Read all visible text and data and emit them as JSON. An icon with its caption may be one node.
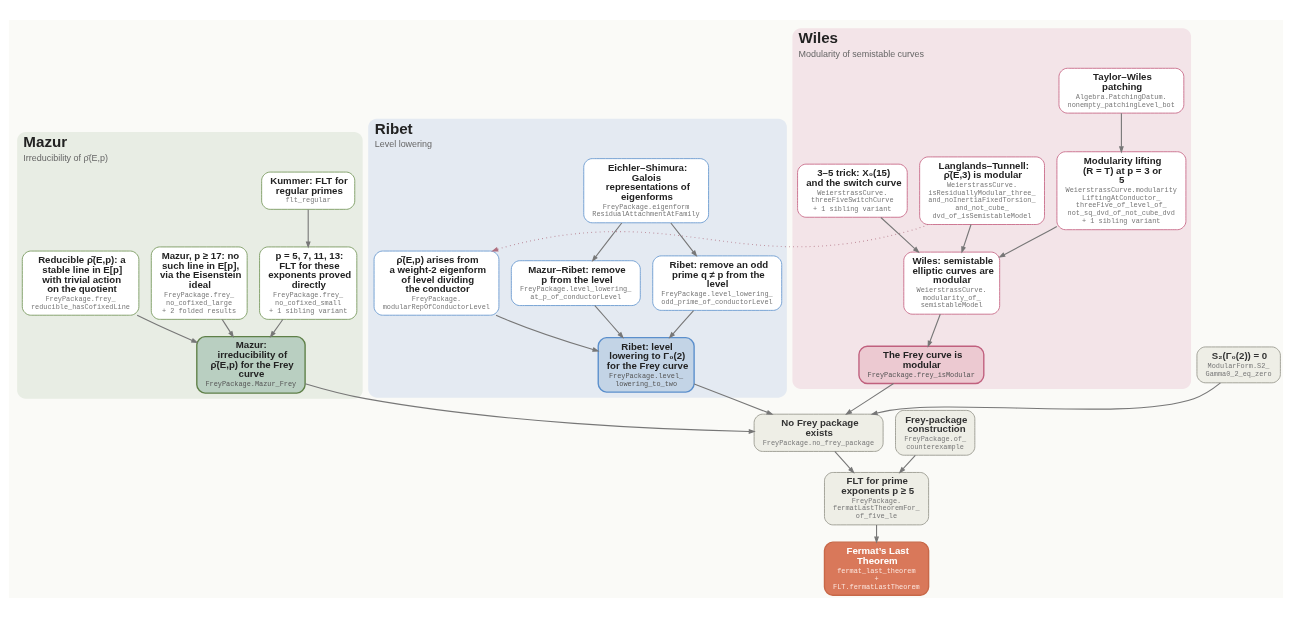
{
  "diagram": {
    "nodes": [
      {
        "text": [
          "Mazur",
          "Irreducibility of ρ̄(E,p)"
        ]
      },
      {
        "text": [
          "Kummer: FLT for regular primes",
          "flt_regular"
        ],
        "in": 0
      },
      {
        "text": [
          "Mazur, p ≥ 17: no such line in E[p], via the Eisenstein ideal",
          "FreyPackage.frey_ no_cofixed_large",
          "+ 2 folded results"
        ],
        "in": 0
      },
      {
        "text": [
          "Reducible ρ̄(E,p): a stable line in E[p] with trivial action on the quotient",
          "FreyPackage.frey_ reducible_hasCofixedLine"
        ],
        "in": 0
      },
      {
        "text": [
          "p = 5, 7, 11, 13: FLT for these exponents proved directly",
          "FreyPackage.frey_ no_cofixed_small",
          "+ 1 sibling variant"
        ],
        "in": 0
      },
      {
        "text": [
          "Mazur: irreducibility of ρ̄(E,p) for the Frey curve",
          "FreyPackage.Mazur_Frey"
        ],
        "in": 0
      },
      {
        "text": [
          "Ribet",
          "Level lowering"
        ]
      },
      {
        "text": [
          "Eichler–Shimura: Galois representations of eigenforms",
          "FreyPackage.eigenform ResidualAttachmentAtFamily"
        ],
        "in": 6
      },
      {
        "text": [
          "Mazur–Ribet: remove p from the level",
          "FreyPackage.level_lowering_ at_p_of_conductorLevel"
        ],
        "in": 6
      },
      {
        "text": [
          "Ribet: remove an odd prime q ≠ p from the level",
          "FreyPackage.level_lowering_ odd_prime_of_conductorLevel"
        ],
        "in": 6
      },
      {
        "text": [
          "ρ̄(E,p) arises from a weight-2 eigenform of level dividing the conductor",
          "FreyPackage. modularRepOfConductorLevel"
        ],
        "in": 6
      },
      {
        "text": [
          "Ribet: level lowering to Γ₀(2) for the Frey curve",
          "FreyPackage.level_ lowering_to_two"
        ],
        "in": 6
      },
      {
        "text": [
          "Wiles",
          "Modularity of semistable curves"
        ]
      },
      {
        "text": [
          "Taylor–Wiles patching",
          "Algebra.PatchingDatum. nonempty_patchingLevel_bot"
        ],
        "in": 12
      },
      {
        "text": [
          "Langlands–Tunnell: ρ̄(E,3) is modular",
          "WeierstrassCurve. isResiduallyModular_three_ and_noInertiaFixedTorsion_ and_not_cube_ dvd_of_isSemistableModel"
        ],
        "in": 12
      },
      {
        "text": [
          "Modularity lifting (R = T) at p = 3 or 5",
          "WeierstrassCurve.modularity LiftingAtConductor_ threeFive_of_level_of_ not_sq_dvd_of_not_cube_dvd",
          "+ 1 sibling variant"
        ],
        "in": 12
      },
      {
        "text": [
          "3–5 trick: X₀(15) and the switch curve",
          "WeierstrassCurve. threeFiveSwitchCurve",
          "+ 1 sibling variant"
        ],
        "in": 12
      },
      {
        "text": [
          "Wiles: semistable elliptic curves are modular",
          "WeierstrassCurve. modularity_of_ semistableModel"
        ],
        "in": 12
      },
      {
        "text": [
          "The Frey curve is modular",
          "FreyPackage.frey_isModular"
        ],
        "in": 12
      },
      {
        "text": [
          "S₂(Γ₀(2)) = 0",
          "ModularForm.S2_ Gamma0_2_eq_zero"
        ]
      },
      {
        "text": [
          "No Frey package exists",
          "FreyPackage.no_frey_package"
        ]
      },
      {
        "text": [
          "Frey-package construction",
          "FreyPackage.of_ counterexample"
        ]
      },
      {
        "text": [
          "FLT for prime exponents p ≥ 5",
          "FreyPackage. fermatLastTheoremFor_ of_five_le"
        ]
      },
      {
        "text": [
          "Fermat’s Last Theorem",
          "fermat_last_theorem",
          "+ FLT.fermatLastTheorem"
        ]
      }
    ],
    "edges": [
      {
        "from": 1,
        "to": 4,
        "arrow": "to"
      },
      {
        "from": 2,
        "to": 5,
        "arrow": "to"
      },
      {
        "from": 3,
        "to": 5,
        "arrow": "to"
      },
      {
        "from": 4,
        "to": 5,
        "arrow": "to"
      },
      {
        "from": 7,
        "to": 8,
        "arrow": "to"
      },
      {
        "from": 7,
        "to": 9,
        "arrow": "to"
      },
      {
        "from": 8,
        "to": 11,
        "arrow": "to"
      },
      {
        "from": 9,
        "to": 11,
        "arrow": "to"
      },
      {
        "from": 10,
        "to": 11,
        "arrow": "to"
      },
      {
        "from": 14,
        "to": 10,
        "arrow": "to",
        "style": "dashed"
      },
      {
        "from": 13,
        "to": 15,
        "arrow": "to"
      },
      {
        "from": 14,
        "to": 17,
        "arrow": "to"
      },
      {
        "from": 15,
        "to": 17,
        "arrow": "to"
      },
      {
        "from": 16,
        "to": 17,
        "arrow": "to"
      },
      {
        "from": 17,
        "to": 18,
        "arrow": "to"
      },
      {
        "from": 5,
        "to": 20,
        "arrow": "to"
      },
      {
        "from": 11,
        "to": 20,
        "arrow": "to"
      },
      {
        "from": 18,
        "to": 20,
        "arrow": "to"
      },
      {
        "from": 19,
        "to": 20,
        "arrow": "to"
      },
      {
        "from": 20,
        "to": 22,
        "arrow": "to"
      },
      {
        "from": 21,
        "to": 22,
        "arrow": "to"
      },
      {
        "from": 22,
        "to": 23,
        "arrow": "to"
      }
    ]
  }
}
